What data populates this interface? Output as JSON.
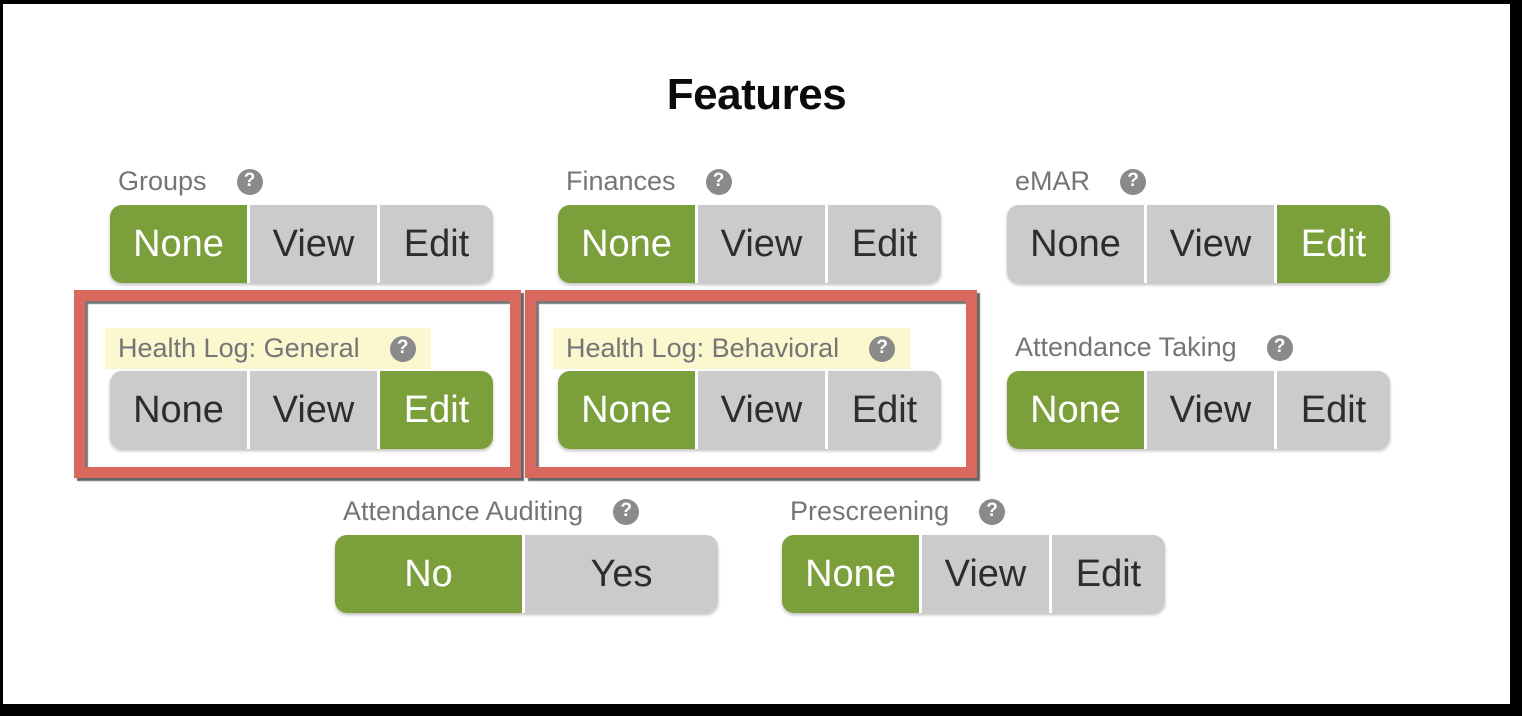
{
  "page": {
    "title": "Features"
  },
  "ui": {
    "help_glyph": "?"
  },
  "colors": {
    "green": "#7a9f3b",
    "button_gray": "#cbcbcb",
    "button_text": "#2d2d2d",
    "selected_text": "#ffffff",
    "label_gray": "#757575",
    "help_icon_bg": "#8a8a8a",
    "highlight_yellow": "#fbf8cf",
    "annotation_red": "#d9695e",
    "frame_black": "#000000"
  },
  "features": [
    {
      "id": "groups",
      "label": "Groups",
      "options": [
        "None",
        "View",
        "Edit"
      ],
      "selected": "None",
      "highlighted": false,
      "annotated": false
    },
    {
      "id": "finances",
      "label": "Finances",
      "options": [
        "None",
        "View",
        "Edit"
      ],
      "selected": "None",
      "highlighted": false,
      "annotated": false
    },
    {
      "id": "emar",
      "label": "eMAR",
      "options": [
        "None",
        "View",
        "Edit"
      ],
      "selected": "Edit",
      "highlighted": false,
      "annotated": false
    },
    {
      "id": "health-log-general",
      "label": "Health Log: General",
      "options": [
        "None",
        "View",
        "Edit"
      ],
      "selected": "Edit",
      "highlighted": true,
      "annotated": true
    },
    {
      "id": "health-log-behavioral",
      "label": "Health Log: Behavioral",
      "options": [
        "None",
        "View",
        "Edit"
      ],
      "selected": "None",
      "highlighted": true,
      "annotated": true
    },
    {
      "id": "attendance-taking",
      "label": "Attendance Taking",
      "options": [
        "None",
        "View",
        "Edit"
      ],
      "selected": "None",
      "highlighted": false,
      "annotated": false
    },
    {
      "id": "attendance-auditing",
      "label": "Attendance Auditing",
      "options": [
        "No",
        "Yes"
      ],
      "selected": "No",
      "highlighted": false,
      "annotated": false
    },
    {
      "id": "prescreening",
      "label": "Prescreening",
      "options": [
        "None",
        "View",
        "Edit"
      ],
      "selected": "None",
      "highlighted": false,
      "annotated": false
    }
  ]
}
